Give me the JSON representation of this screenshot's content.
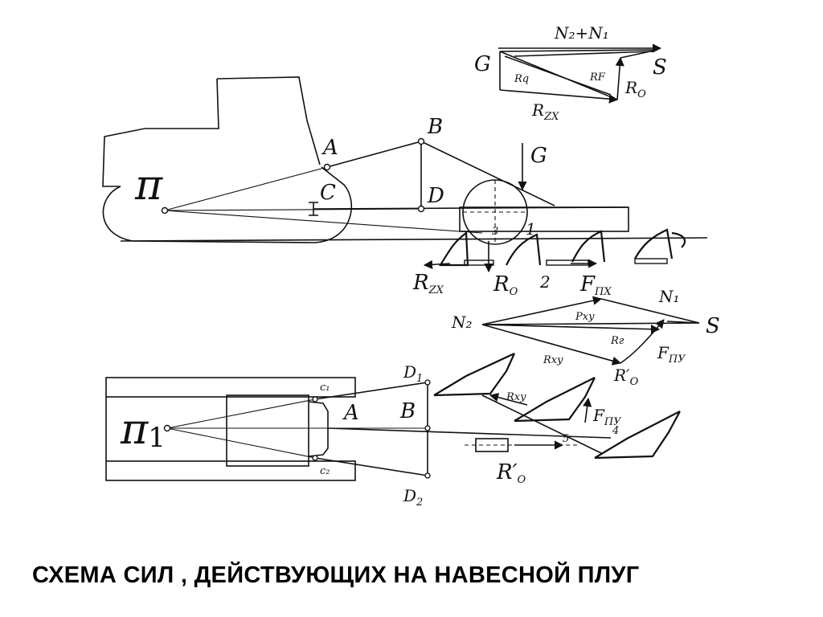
{
  "caption": "СХЕМА  СИЛ , ДЕЙСТВУЮЩИХ НА НАВЕСНОЙ ПЛУГ",
  "side_view": {
    "pole": "π",
    "points": {
      "A": "A",
      "B": "B",
      "C": "C",
      "D": "D",
      "one": "1",
      "two": "2",
      "three": "3"
    },
    "forces": {
      "G": "G",
      "R_zx": "R",
      "R_zx_sub": "ZX",
      "R_o": "R",
      "R_o_sub": "O",
      "F_px": "F",
      "F_px_sub": "ПХ"
    }
  },
  "top_polygon": {
    "N2_plus_N1": "N₂+N₁",
    "G": "G",
    "S": "S",
    "R_q": "Rq",
    "R_F": "RF",
    "R_zx": "R",
    "R_zx_sub": "ZX",
    "R_o": "R",
    "R_o_sub": "O"
  },
  "plan_polygon": {
    "N1": "N₁",
    "N2": "N₂",
    "S": "S",
    "P_xy": "Pxy",
    "R_g": "Rг",
    "R_xy": "Rxy",
    "F_py": "F",
    "F_py_sub": "ПУ",
    "R_o_prime": "R′",
    "R_o_prime_sub": "O"
  },
  "plan_view": {
    "pole": "π",
    "pole_sub": "1",
    "points": {
      "D1": "D",
      "D1_sub": "1",
      "D2": "D",
      "D2_sub": "2",
      "A": "A",
      "B": "B",
      "c1": "c₁",
      "c2": "c₂",
      "four": "4",
      "five": "5"
    },
    "forces": {
      "R_xy": "Rxy",
      "F_py": "F",
      "F_py_sub": "ПУ",
      "R_o_prime": "R′",
      "R_o_prime_sub": "O"
    }
  }
}
